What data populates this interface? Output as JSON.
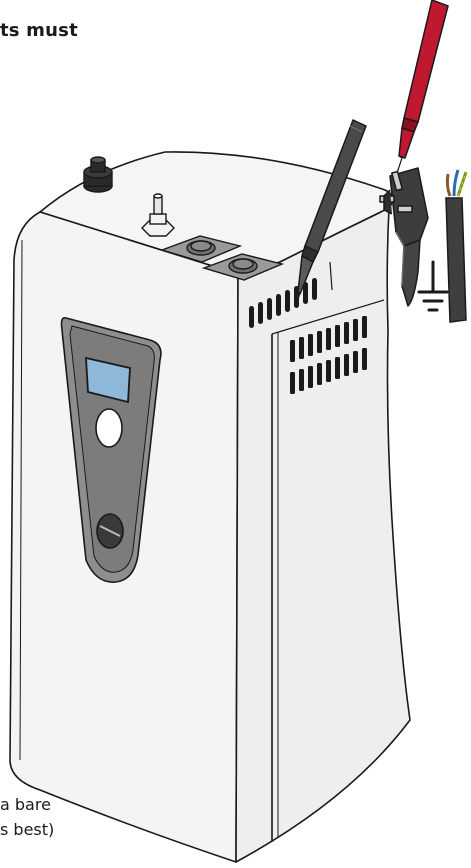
{
  "text": {
    "heading_fragment": "ts must",
    "note_line_1": "a bare",
    "note_line_2": "s best)"
  },
  "icons": [
    "electric-boiler",
    "multimeter-probe-black",
    "multimeter-probe-red",
    "uk-plug",
    "three-core-cable",
    "earth-ground-symbol"
  ],
  "colors": {
    "outline": "#1a1a1a",
    "boiler_body": "#f4f4f4",
    "boiler_shadow": "#e4e4e4",
    "control_panel": "#8e8e8e",
    "display": "#8fb8d8",
    "probe_red": "#c0192f",
    "probe_black": "#4a4a4a",
    "plug": "#3d3d3d"
  }
}
